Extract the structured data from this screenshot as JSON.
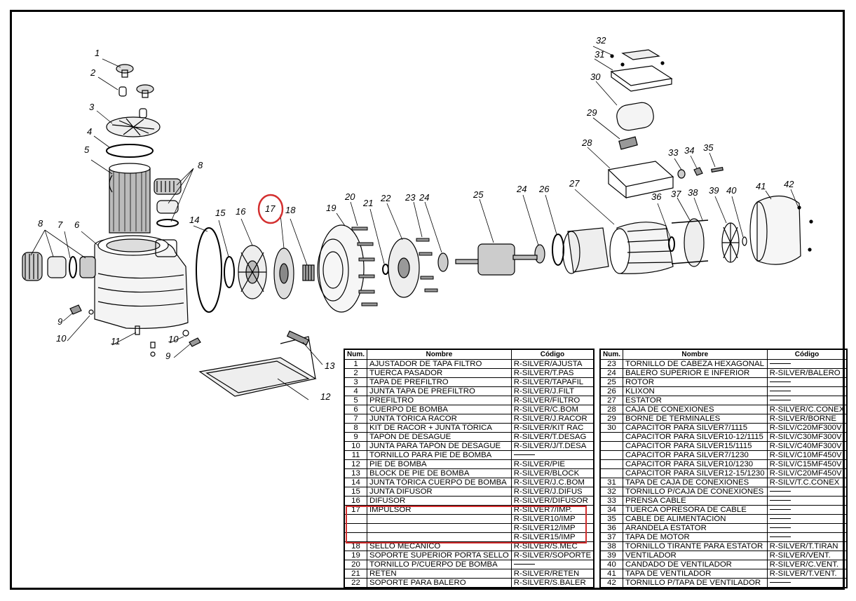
{
  "callouts": [
    "1",
    "2",
    "3",
    "4",
    "5",
    "6",
    "7",
    "8",
    "9",
    "10",
    "11",
    "12",
    "13",
    "14",
    "15",
    "16",
    "17",
    "18",
    "19",
    "20",
    "21",
    "22",
    "23",
    "24",
    "25",
    "26",
    "27",
    "28",
    "29",
    "30",
    "31",
    "32",
    "33",
    "34",
    "35",
    "36",
    "37",
    "38",
    "39",
    "40",
    "41",
    "42"
  ],
  "highlight": {
    "part": "17",
    "color": "#d32f2f"
  },
  "table_headers": {
    "num": "Num.",
    "name": "Nombre",
    "code": "Código"
  },
  "table_left": [
    {
      "num": "1",
      "name": "AJUSTADOR DE TAPA FILTRO",
      "code": "R-SILVER/AJUSTA"
    },
    {
      "num": "2",
      "name": "TUERCA PASADOR",
      "code": "R-SILVER/T.PAS"
    },
    {
      "num": "3",
      "name": "TAPA DE PREFILTRO",
      "code": "R-SILVER/TAPAFIL"
    },
    {
      "num": "4",
      "name": "JUNTA TAPA DE PREFILTRO",
      "code": "R-SILVER/J.FILT"
    },
    {
      "num": "5",
      "name": "PREFILTRO",
      "code": "R-SILVER/FILTRO"
    },
    {
      "num": "6",
      "name": "CUERPO DE BOMBA",
      "code": "R-SILVER/C.BOM"
    },
    {
      "num": "7",
      "name": "JUNTA TÓRICA RACOR",
      "code": "R-SILVER/J.RACOR"
    },
    {
      "num": "8",
      "name": "KIT DE RACOR + JUNTA TÓRICA",
      "code": "R-SILVER/KIT RAC"
    },
    {
      "num": "9",
      "name": "TAPÓN DE DESAGUE",
      "code": "R-SILVER/T.DESAG"
    },
    {
      "num": "10",
      "name": "JUNTA PARA TAPÓN DE DESAGUE",
      "code": "R-SILVER/J/T.DESA"
    },
    {
      "num": "11",
      "name": "TORNILLO PARA PIE DE BOMBA",
      "code": ""
    },
    {
      "num": "12",
      "name": "PIE DE BOMBA",
      "code": "R-SILVER/PIE"
    },
    {
      "num": "13",
      "name": "BLOCK DE PIE DE BOMBA",
      "code": "R-SILVER/BLOCK"
    },
    {
      "num": "14",
      "name": "JUNTA TÓRICA CUERPO DE BOMBA",
      "code": "R-SILVER/J.C.BOM"
    },
    {
      "num": "15",
      "name": "JUNTA DIFUSOR",
      "code": "R-SILVER/J.DIFUS"
    },
    {
      "num": "16",
      "name": "DIFUSOR",
      "code": "R-SILVER/DIFUSOR"
    },
    {
      "num": "17",
      "name": "IMPULSOR",
      "code": "R-SILVER7/IMP."
    },
    {
      "num": "",
      "name": "",
      "code": "R-SILVER10/IMP"
    },
    {
      "num": "",
      "name": "",
      "code": "R-SILVER12/IMP"
    },
    {
      "num": "",
      "name": "",
      "code": "R-SILVER15/IMP"
    },
    {
      "num": "18",
      "name": "SELLO MECÁNICO",
      "code": "R-SILVER/S.MEC"
    },
    {
      "num": "19",
      "name": "SOPORTE SUPERIOR PORTA SELLO",
      "code": "R-SILVER/SOPORTE"
    },
    {
      "num": "20",
      "name": "TORNILLO P/CUERPO DE BOMBA",
      "code": ""
    },
    {
      "num": "21",
      "name": "RETEN",
      "code": "R-SILVER/RETEN"
    },
    {
      "num": "22",
      "name": "SOPORTE PARA BALERO",
      "code": "R-SILVER/S.BALER"
    }
  ],
  "table_right": [
    {
      "num": "23",
      "name": "TORNILLO DE CABEZA HEXAGONAL",
      "code": ""
    },
    {
      "num": "24",
      "name": "BALERO SUPERIOR E INFERIOR",
      "code": "R-SILVER/BALERO"
    },
    {
      "num": "25",
      "name": "ROTOR",
      "code": ""
    },
    {
      "num": "26",
      "name": "KLIXON",
      "code": ""
    },
    {
      "num": "27",
      "name": "ESTATOR",
      "code": ""
    },
    {
      "num": "28",
      "name": "CAJA DE CONEXIONES",
      "code": "R-SILVER/C.CONEX"
    },
    {
      "num": "29",
      "name": "BORNE DE TERMINALES",
      "code": "R-SILVER/BORNE"
    },
    {
      "num": "30",
      "name": "CAPACITOR PARA SILVER7/1115",
      "code": "R-SILV/C20MF300V"
    },
    {
      "num": "",
      "name": "CAPACITOR PARA SILVER10-12/1115",
      "code": "R-SILV/C30MF300V"
    },
    {
      "num": "",
      "name": "CAPACITOR PARA SILVER15/1115",
      "code": "R-SILV/C40MF300V"
    },
    {
      "num": "",
      "name": "CAPACITOR PARA SILVER7/1230",
      "code": "R-SILV/C10MF450V"
    },
    {
      "num": "",
      "name": "CAPACITOR PARA SILVER10/1230",
      "code": "R-SILV/C15MF450V"
    },
    {
      "num": "",
      "name": "CAPACITOR PARA SILVER12-15/1230",
      "code": "R-SILV/C20MF450V"
    },
    {
      "num": "31",
      "name": "TAPA DE CAJA DE CONEXIONES",
      "code": "R-SILV/T.C.CONEX"
    },
    {
      "num": "32",
      "name": "TORNILLO P/CAJA DE CONEXIONES",
      "code": ""
    },
    {
      "num": "33",
      "name": "PRENSA CABLE",
      "code": ""
    },
    {
      "num": "34",
      "name": "TUERCA OPRESORA DE CABLE",
      "code": ""
    },
    {
      "num": "35",
      "name": "CABLE DE ALIMENTACIÓN",
      "code": ""
    },
    {
      "num": "36",
      "name": "ARANDELA ESTATOR",
      "code": ""
    },
    {
      "num": "37",
      "name": "TAPA DE MOTOR",
      "code": ""
    },
    {
      "num": "38",
      "name": "TORNILLO TIRANTE PARA ESTATOR",
      "code": "R-SILVER/T.TIRAN"
    },
    {
      "num": "39",
      "name": "VENTILADOR",
      "code": "R-SILVER/VENT."
    },
    {
      "num": "40",
      "name": "CANDADO DE VENTILADOR",
      "code": "R-SILVER/C.VENT."
    },
    {
      "num": "41",
      "name": "TAPA DE VENTILADOR",
      "code": "R-SILVER/T.VENT."
    },
    {
      "num": "42",
      "name": "TORNILLO P/TAPA DE VENTILADOR",
      "code": ""
    }
  ]
}
